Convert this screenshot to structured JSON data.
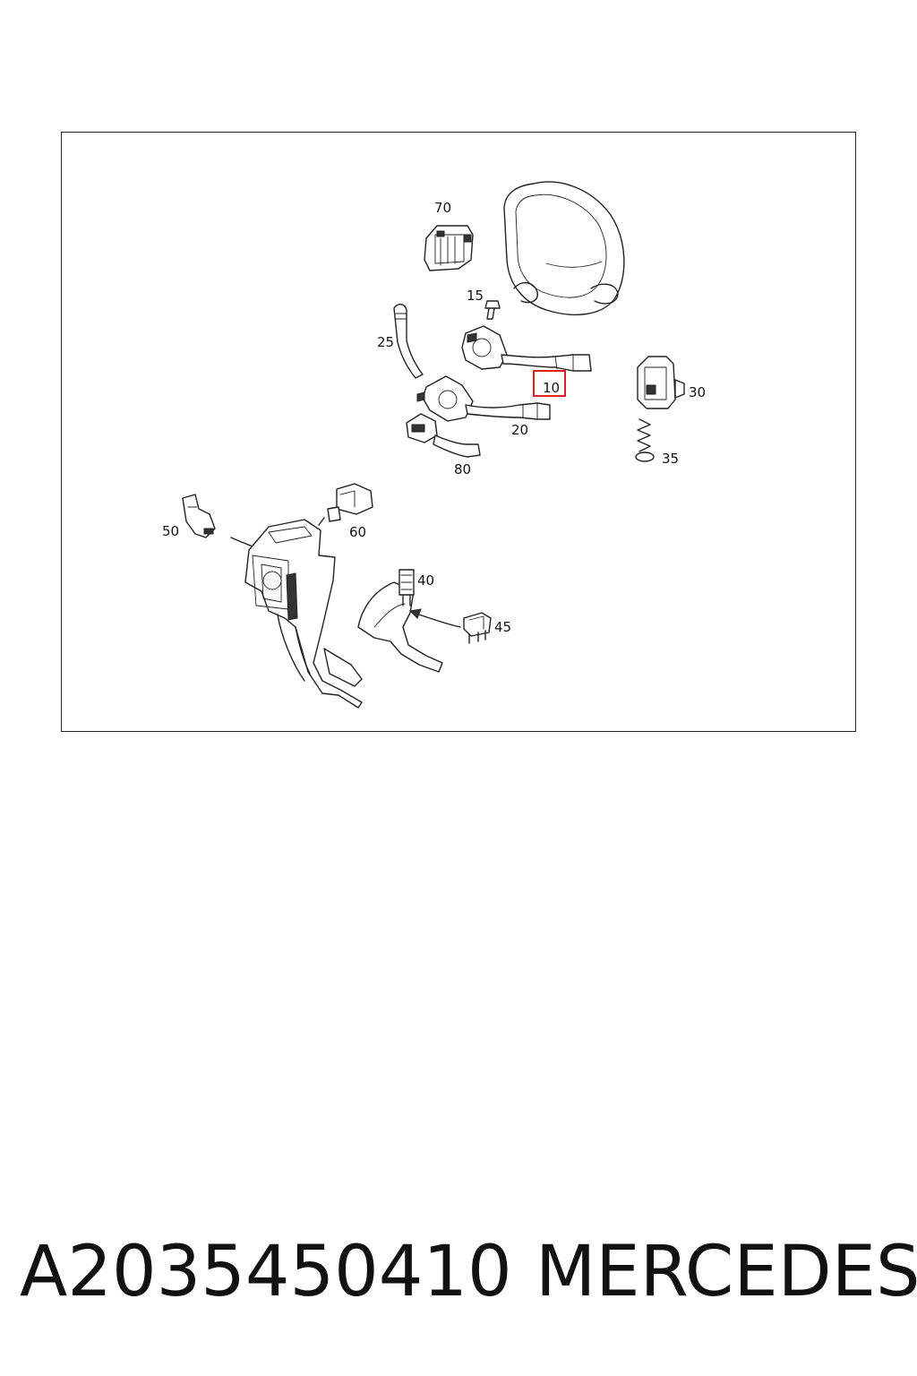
{
  "diagram": {
    "callouts": {
      "c10": "10",
      "c15": "15",
      "c20": "20",
      "c25": "25",
      "c30": "30",
      "c35": "35",
      "c40": "40",
      "c45": "45",
      "c50": "50",
      "c60": "60",
      "c70": "70",
      "c80": "80"
    },
    "highlighted_callout": "10",
    "highlight_color": "#e02020"
  },
  "footer": {
    "part_number": "A2035450410",
    "brand": "MERCEDES"
  }
}
